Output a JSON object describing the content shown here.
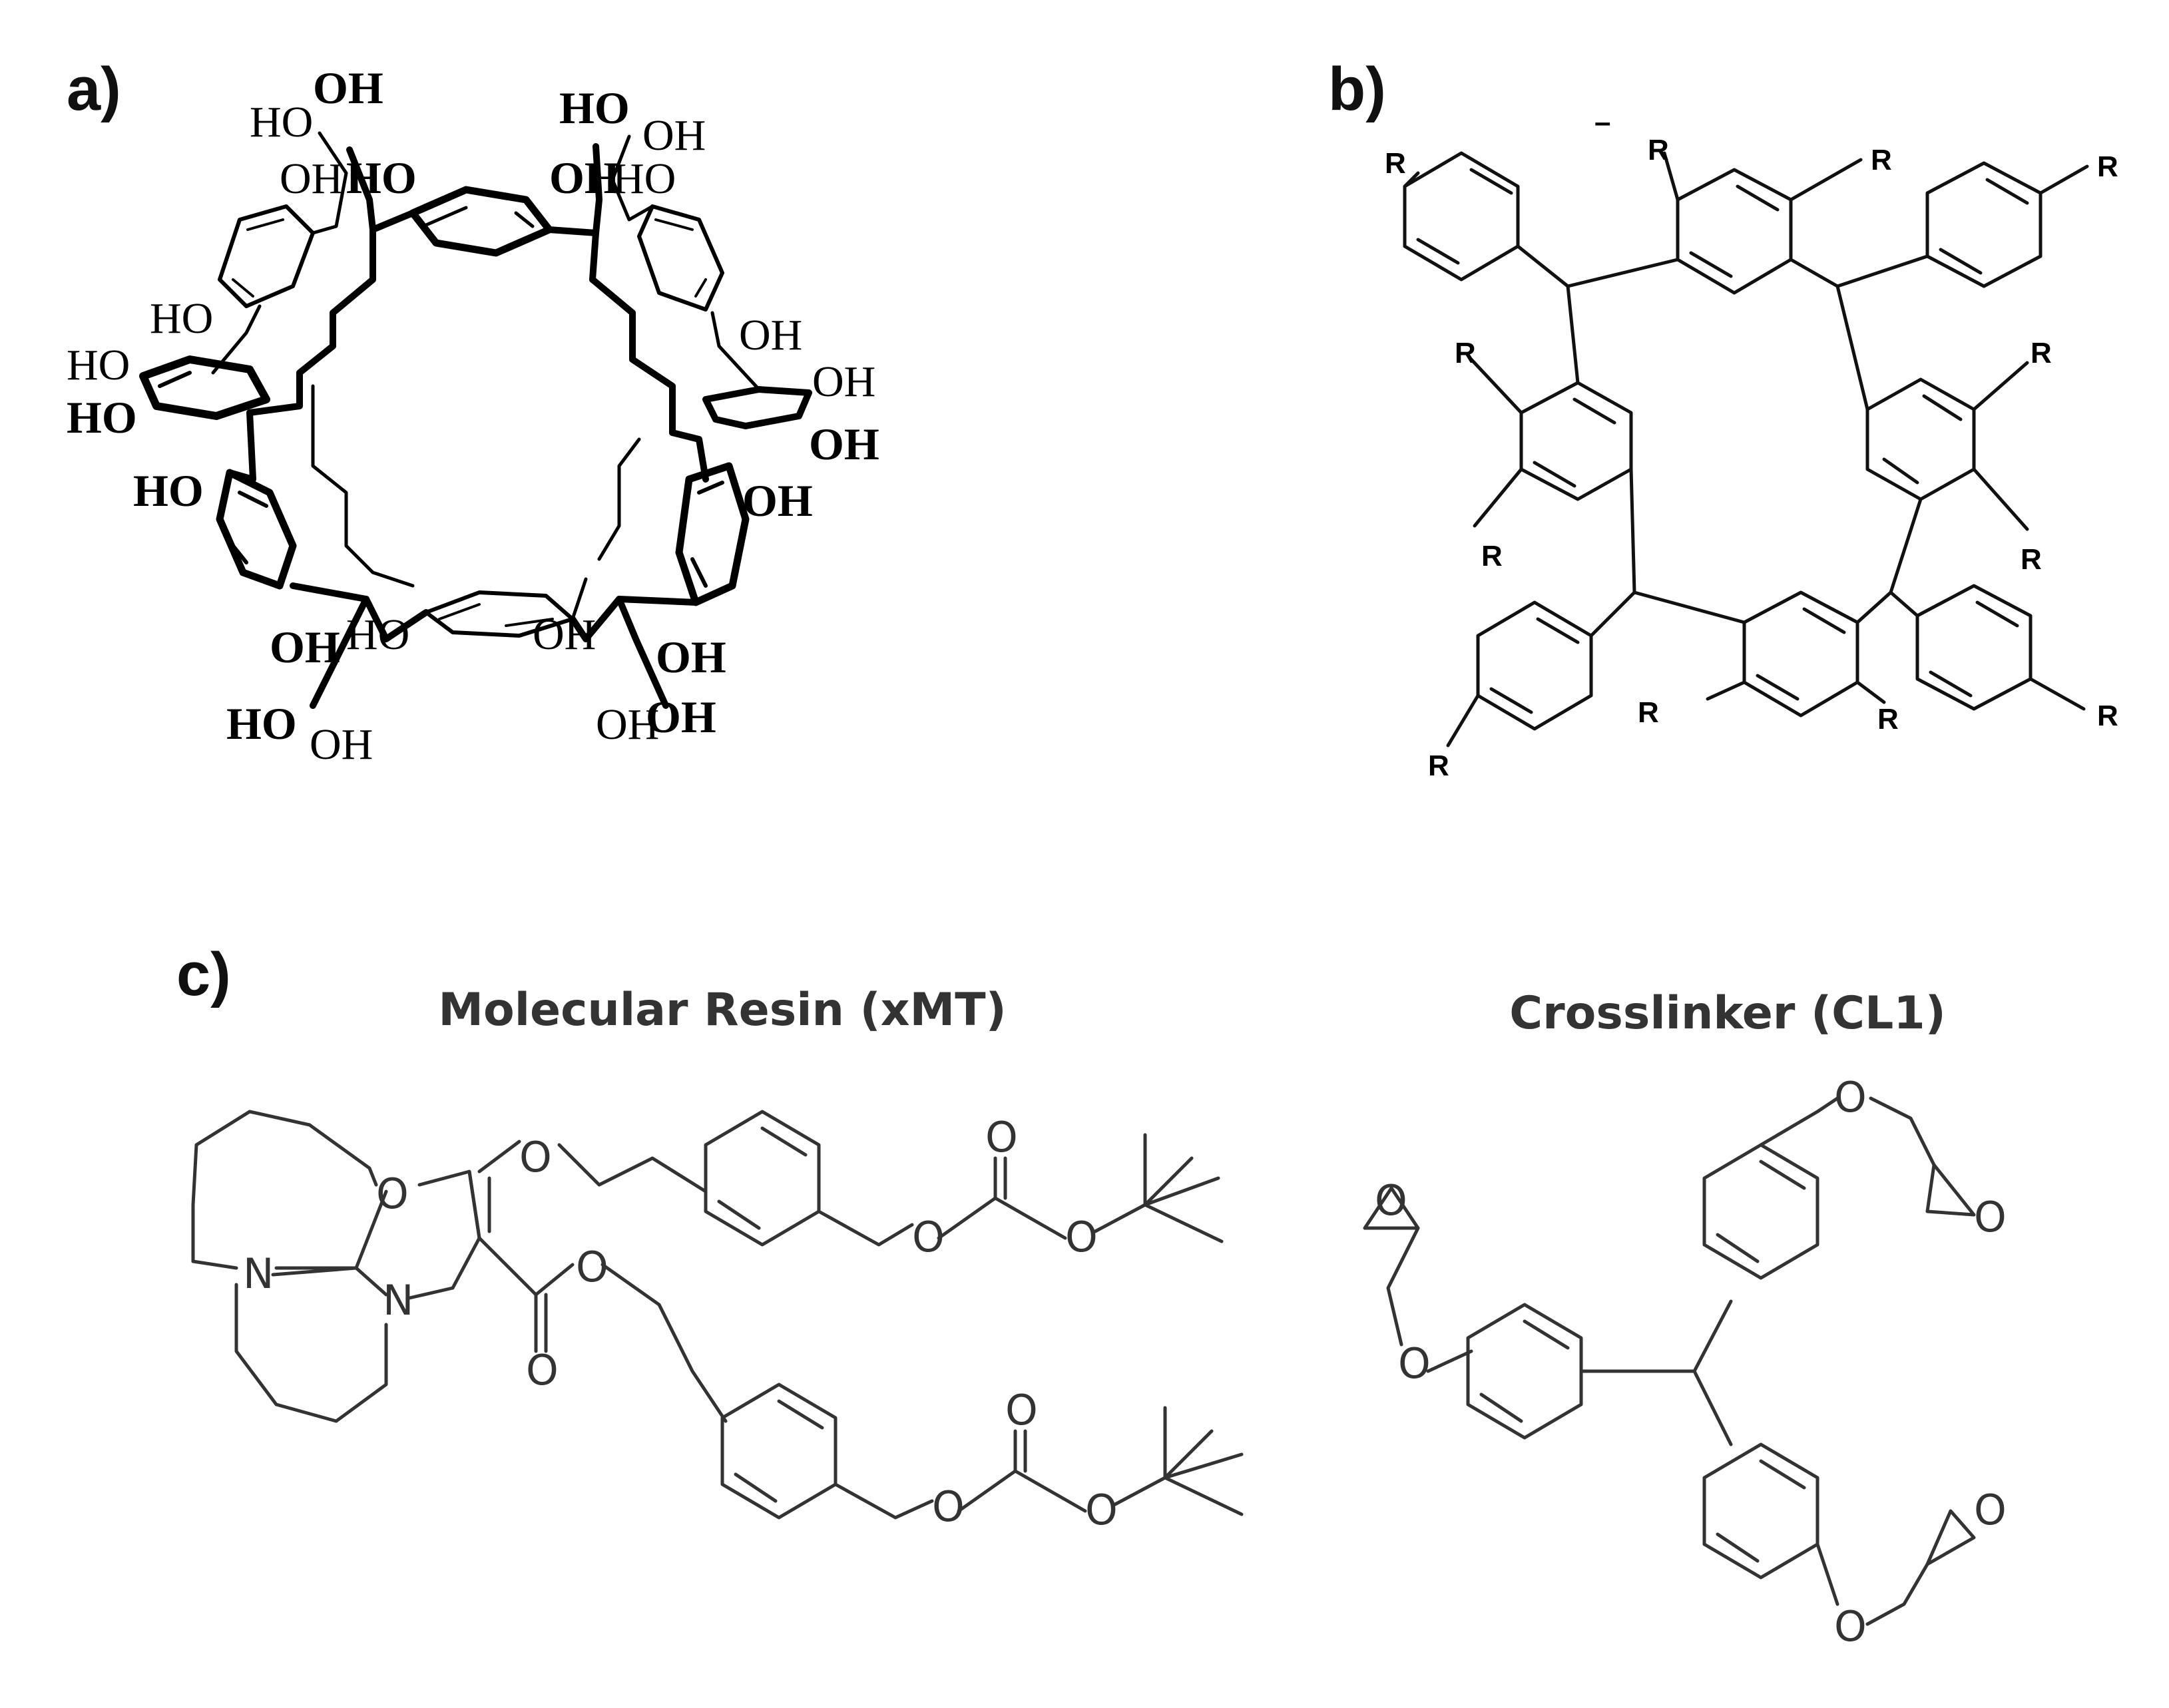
{
  "panels": {
    "a": {
      "label": "a)",
      "atoms": {
        "oh_tl1": "OH",
        "ho_tl1": "HO",
        "oh_tl2": "OH",
        "ho_tl2": "HO",
        "ho_tr1": "HO",
        "oh_tr1": "OH",
        "oh_tr2": "OH",
        "ho_tr2": "HO",
        "ho_l1": "HO",
        "ho_l2": "HO",
        "ho_l3": "HO",
        "ho_l4": "HO",
        "oh_r1": "OH",
        "oh_r2": "OH",
        "oh_r3": "OH",
        "oh_r4": "OH",
        "oh_bl1": "OH",
        "ho_bl1": "HO",
        "ho_bl2": "HO",
        "oh_bl2": "OH",
        "oh_br1": "OH",
        "oh_br2": "OH",
        "oh_br3": "OH",
        "oh_br4": "OH"
      }
    },
    "b": {
      "label": "b)",
      "substituent": "R",
      "dash": "–"
    },
    "c": {
      "label": "c)",
      "resin_title": "Molecular Resin (xMT)",
      "crosslinker_title": "Crosslinker (CL1)",
      "atoms": {
        "oxygen": "O",
        "nitrogen": "N"
      }
    }
  }
}
